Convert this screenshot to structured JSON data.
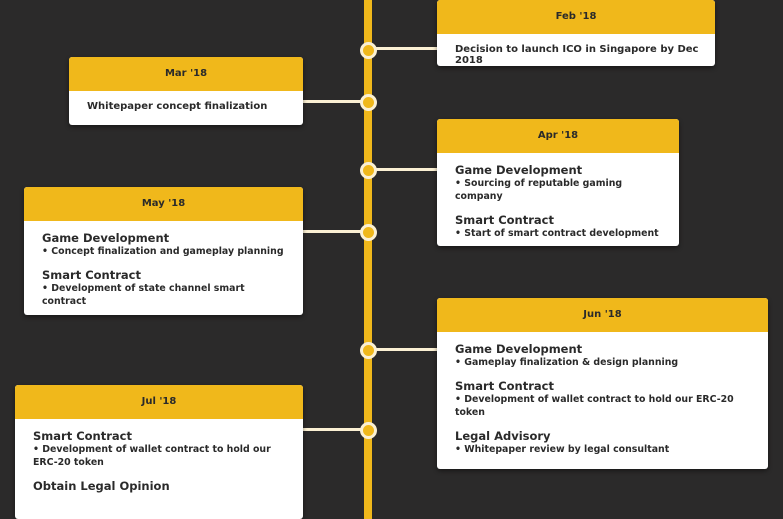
{
  "timeline": {
    "accent_color": "#f0b81b",
    "background_color": "#2b2a2a",
    "events": [
      {
        "date": "Feb '18",
        "text": "Decision to launch ICO in Singapore by Dec 2018"
      },
      {
        "date": "Mar '18",
        "text": "Whitepaper concept finalization"
      },
      {
        "date": "Apr '18",
        "sections": [
          {
            "title": "Game Development",
            "item": "• Sourcing of reputable gaming company"
          },
          {
            "title": "Smart Contract",
            "item": "• Start of smart contract development"
          }
        ]
      },
      {
        "date": "May '18",
        "sections": [
          {
            "title": "Game Development",
            "item": "• Concept finalization and gameplay planning"
          },
          {
            "title": "Smart Contract",
            "item": "• Development of state channel smart contract"
          }
        ]
      },
      {
        "date": "Jun '18",
        "sections": [
          {
            "title": "Game Development",
            "item": "• Gameplay finalization & design planning"
          },
          {
            "title": "Smart Contract",
            "item": "• Development of wallet contract to hold our ERC-20 token"
          },
          {
            "title": "Legal Advisory",
            "item": "• Whitepaper review by legal consultant"
          }
        ]
      },
      {
        "date": "Jul '18",
        "sections": [
          {
            "title": "Smart Contract",
            "item": "• Development of wallet contract to hold our ERC-20 token"
          },
          {
            "title": "Obtain Legal Opinion",
            "item": ""
          }
        ]
      }
    ]
  }
}
